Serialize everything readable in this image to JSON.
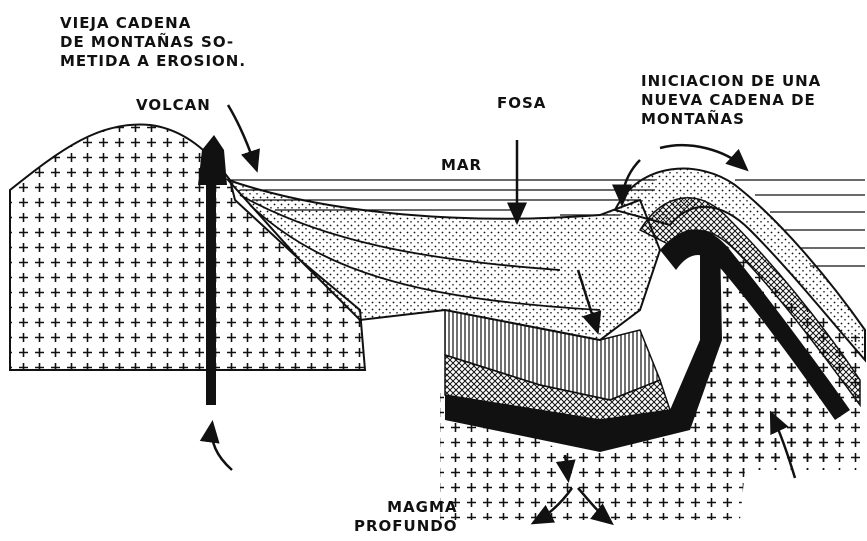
{
  "labels": {
    "old_range": [
      "VIEJA CADENA",
      "DE MONTAÑAS SO-",
      "METIDA A EROSION."
    ],
    "volcano": "VOLCAN",
    "trench": "FOSA",
    "sea": "MAR",
    "new_range": [
      "INICIACION DE UNA",
      "NUEVA CADENA DE",
      "MONTAÑAS"
    ],
    "magma": [
      "MAGMA",
      "PROFUNDO"
    ]
  },
  "colors": {
    "ink": "#111111",
    "paper": "#ffffff"
  }
}
